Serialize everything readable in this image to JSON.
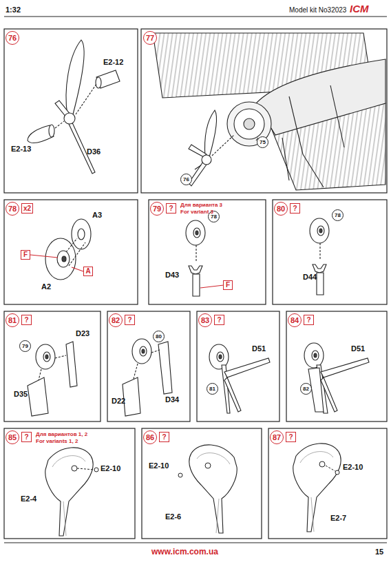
{
  "diagram": {
    "nodes": [
      {
        "text": [
          "76"
        ]
      },
      {
        "text": [
          "77"
        ]
      },
      {
        "text": [
          "75"
        ]
      },
      {
        "text": [
          "76"
        ]
      },
      {
        "text": [
          "78"
        ]
      },
      {
        "text": [
          "x2"
        ]
      },
      {
        "text": [
          "F"
        ]
      },
      {
        "text": [
          "A"
        ]
      },
      {
        "text": [
          "79"
        ]
      },
      {
        "text": [
          "?"
        ]
      },
      {
        "text": [
          "78"
        ]
      },
      {
        "text": [
          "F"
        ]
      },
      {
        "text": [
          "80"
        ]
      },
      {
        "text": [
          "?"
        ]
      },
      {
        "text": [
          "78"
        ]
      },
      {
        "text": [
          "81"
        ]
      },
      {
        "text": [
          "?"
        ]
      },
      {
        "text": [
          "79"
        ]
      },
      {
        "text": [
          "82"
        ]
      },
      {
        "text": [
          "?"
        ]
      },
      {
        "text": [
          "80"
        ]
      },
      {
        "text": [
          "83"
        ]
      },
      {
        "text": [
          "?"
        ]
      },
      {
        "text": [
          "81"
        ]
      },
      {
        "text": [
          "84"
        ]
      },
      {
        "text": [
          "?"
        ]
      },
      {
        "text": [
          "82"
        ]
      },
      {
        "text": [
          "85"
        ]
      },
      {
        "text": [
          "?"
        ]
      },
      {
        "text": [
          "86"
        ]
      },
      {
        "text": [
          "?"
        ]
      },
      {
        "text": [
          "87"
        ]
      },
      {
        "text": [
          "?"
        ]
      }
    ],
    "labels": [
      "1:32",
      "Model kit No32023",
      "ICM",
      "E2-12",
      "E2-13",
      "D36",
      "A3",
      "A2",
      "Для варианта 3",
      "For variant 3",
      "D43",
      "D44",
      "D23",
      "D35",
      "D22",
      "D34",
      "D51",
      "D51",
      "Для вариантов 1, 2",
      "For variants 1, 2",
      "E2-10",
      "E2-4",
      "E2-10",
      "E2-6",
      "E2-10",
      "E2-7",
      "www.icm.com.ua",
      "15"
    ]
  }
}
